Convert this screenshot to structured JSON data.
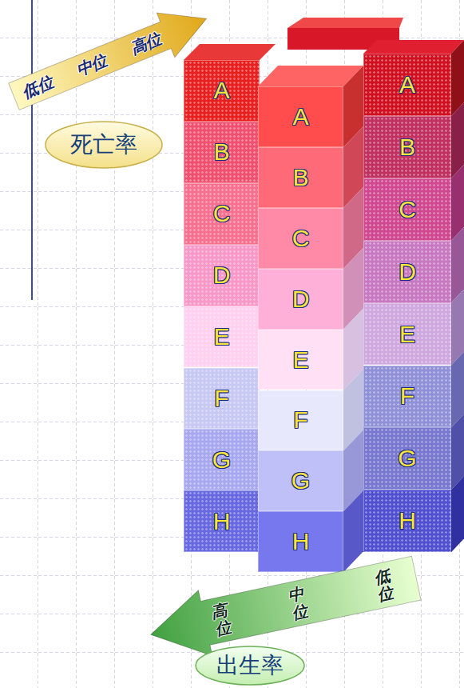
{
  "diagram": {
    "nodes": [
      {
        "text": [
          "低位",
          "中位",
          "高位"
        ]
      },
      {
        "text": [
          "死亡率"
        ]
      },
      {
        "text": [
          "A"
        ]
      },
      {
        "text": [
          "B"
        ]
      },
      {
        "text": [
          "C"
        ]
      },
      {
        "text": [
          "D"
        ]
      },
      {
        "text": [
          "E"
        ]
      },
      {
        "text": [
          "F"
        ]
      },
      {
        "text": [
          "G"
        ]
      },
      {
        "text": [
          "H"
        ]
      },
      {
        "text": [
          "A"
        ]
      },
      {
        "text": [
          "B"
        ]
      },
      {
        "text": [
          "C"
        ]
      },
      {
        "text": [
          "D"
        ]
      },
      {
        "text": [
          "E"
        ]
      },
      {
        "text": [
          "F"
        ]
      },
      {
        "text": [
          "G"
        ]
      },
      {
        "text": [
          "H"
        ]
      },
      {
        "text": [
          "A"
        ]
      },
      {
        "text": [
          "B"
        ]
      },
      {
        "text": [
          "C"
        ]
      },
      {
        "text": [
          "D"
        ]
      },
      {
        "text": [
          "E"
        ]
      },
      {
        "text": [
          "F"
        ]
      },
      {
        "text": [
          "G"
        ]
      },
      {
        "text": [
          "H"
        ]
      },
      {
        "text": [
          "高位",
          "中位",
          "低位"
        ]
      },
      {
        "text": [
          "出生率"
        ]
      }
    ]
  }
}
